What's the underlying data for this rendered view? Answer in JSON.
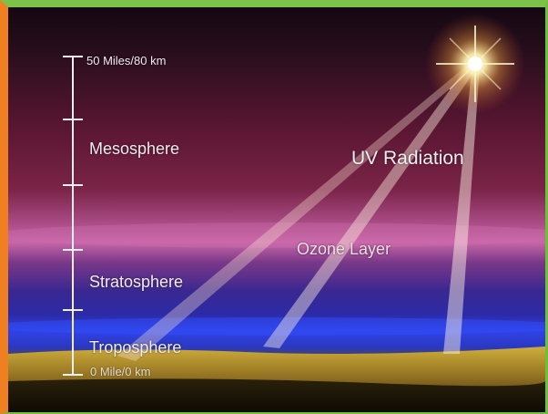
{
  "scale": {
    "top_label": "50 Miles/80 km",
    "bottom_label": "0 Mile/0 km"
  },
  "layers": {
    "mesosphere": "Mesosphere",
    "stratosphere": "Stratosphere",
    "troposphere": "Troposphere",
    "ozone": "Ozone Layer"
  },
  "radiation_label": "UV Radiation",
  "colors": {
    "frame_top": "#7cc24a",
    "frame_left": "#f07f22",
    "sky_top": "#1a0a12",
    "sky_mid": "#6a1a3c",
    "ozone_band": "#c05a96",
    "strato_band": "#3a2a9a",
    "tropo_band": "#2a3ae0",
    "ground": "#c8a024",
    "sun": "#fff6c8"
  }
}
